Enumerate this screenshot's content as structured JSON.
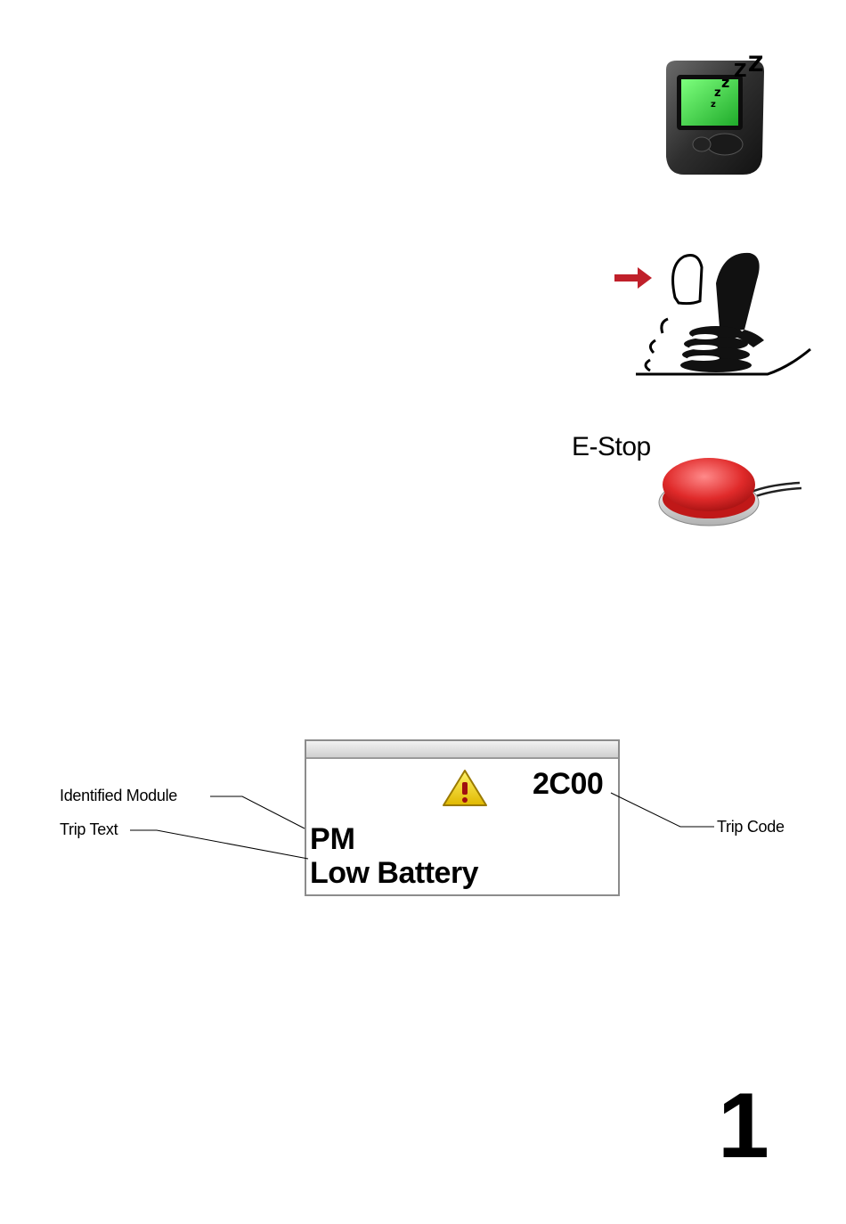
{
  "illustrations": {
    "sleep_icon": "sleeping-display-icon",
    "joystick_icon": "joystick-deflect-icon",
    "estop_icon": "emergency-stop-button-icon"
  },
  "estop": {
    "label": "E-Stop",
    "color": "#d8222c"
  },
  "trip_display": {
    "warning_icon": "warning-triangle-icon",
    "trip_code": "2C00",
    "module": "PM",
    "trip_text": "Low Battery"
  },
  "callouts": {
    "identified_module": "Identified Module",
    "trip_text": "Trip Text",
    "trip_code": "Trip Code"
  },
  "page_number": "1"
}
